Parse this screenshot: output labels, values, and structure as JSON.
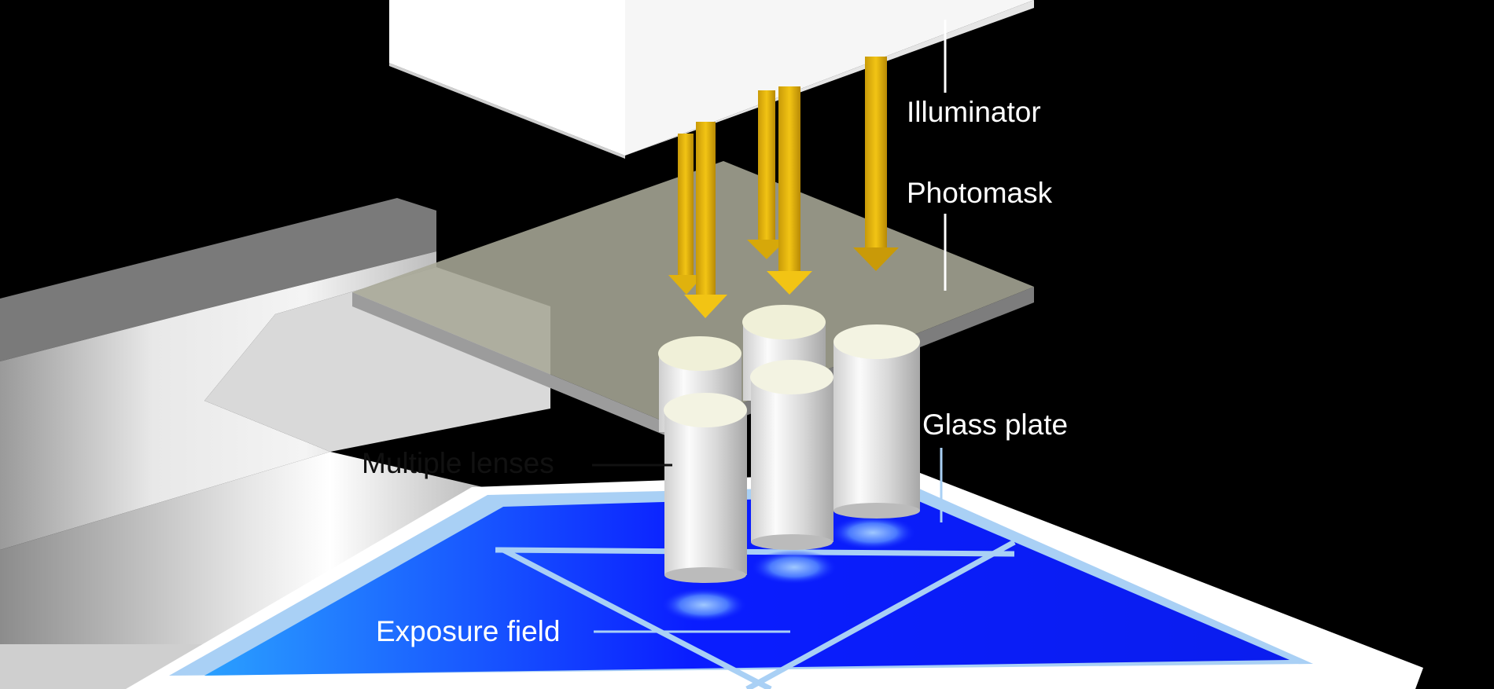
{
  "labels": {
    "illuminator": "Illuminator",
    "photomask": "Photomask",
    "glass_plate": "Glass plate",
    "multiple_lenses": "Multiple lenses",
    "exposure_field": "Exposure field"
  },
  "colors": {
    "background": "#000000",
    "light_beam": "#f2c414",
    "exposure_blue": "#0a1dff",
    "glass_plate_frame": "#a9d0f5"
  }
}
